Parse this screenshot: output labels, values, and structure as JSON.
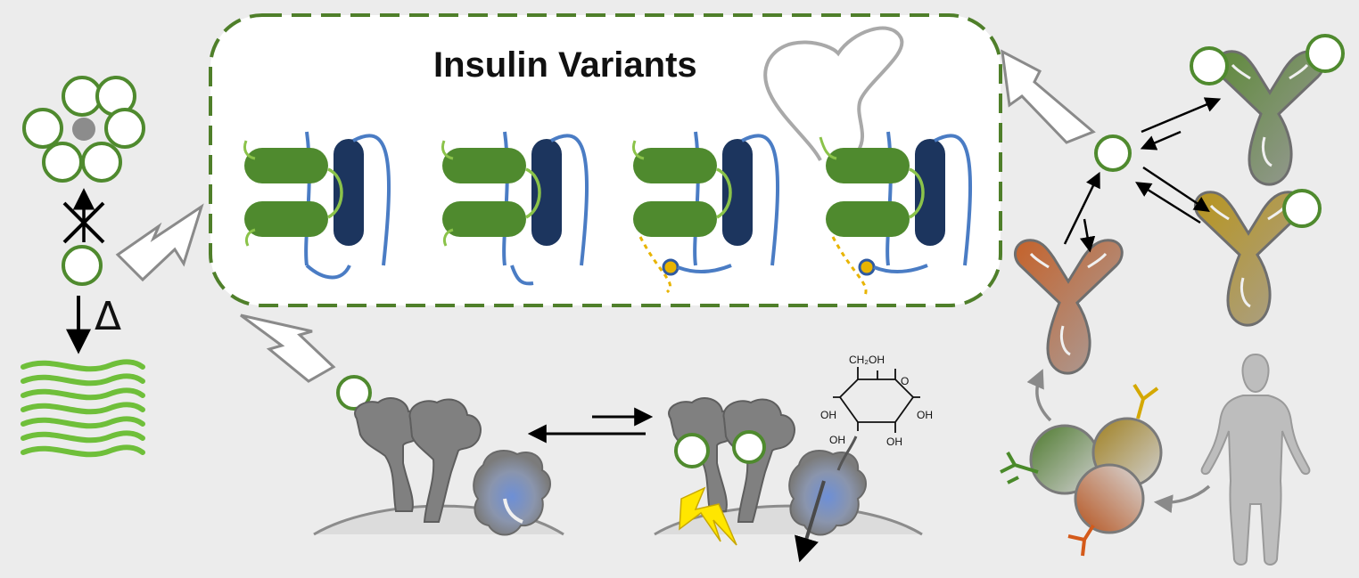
{
  "title": "Insulin Variants",
  "delta_symbol": "Δ",
  "glucose": {
    "ch2oh": "CH₂OH",
    "o": "O",
    "oh_labels": [
      "OH",
      "OH",
      "OH",
      "OH"
    ]
  },
  "colors": {
    "background": "#ececec",
    "insulin_green": "#4f8a2e",
    "insulin_outline": "#5e9a34",
    "light_green": "#8bc34a",
    "navy": "#1c355e",
    "chain_blue": "#4a7cc4",
    "linker_yellow": "#e8b400",
    "receptor_gray": "#7a7a7a",
    "lightning_yellow": "#ffe600"
  },
  "icons": [
    "insulin-hexamer-icon",
    "amyloid-fibril-icon",
    "insulin-monomer-icon",
    "insulin-receptor-icon",
    "glucose-transporter-icon",
    "glucose-molecule-icon",
    "lightning-signal-icon",
    "antibody-icon",
    "b-cell-icon",
    "human-figure-icon"
  ]
}
